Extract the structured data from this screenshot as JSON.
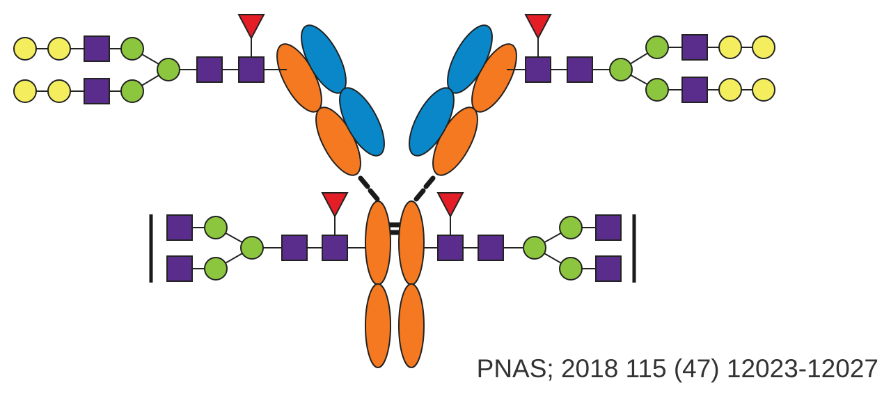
{
  "citation": "PNAS; 2018 115 (47) 12023-12027",
  "legend_colors": {
    "heavy_chain": "#F47920",
    "light_chain": "#0A87C9",
    "galactose": "#F4EE5F",
    "mannose": "#8CC63E",
    "glcnac": "#5A2D8C",
    "fucose": "#E41E26"
  },
  "glycan_shapes": {
    "galactose": "circle-icon",
    "mannose": "circle-icon",
    "glcnac": "square-icon",
    "fucose": "triangle-icon"
  },
  "glycans": [
    {
      "name": "fab-glycan-left",
      "composition": "core-fucosylated biantennary, extended antennae"
    },
    {
      "name": "fab-glycan-right",
      "composition": "core-fucosylated biantennary, extended antennae"
    },
    {
      "name": "fc-glycan-left",
      "composition": "core-fucosylated biantennary, agalactosylated"
    },
    {
      "name": "fc-glycan-right",
      "composition": "core-fucosylated biantennary, agalactosylated"
    }
  ]
}
